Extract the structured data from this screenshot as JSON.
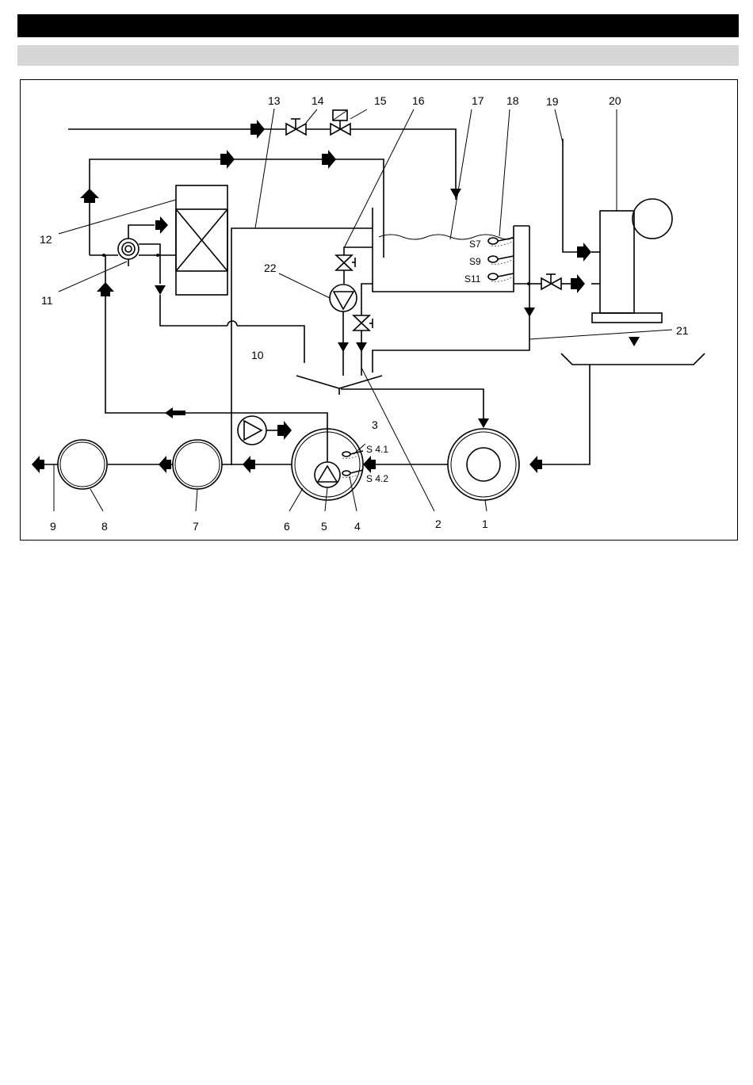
{
  "header": {
    "title": "",
    "subtitle": ""
  },
  "diagram": {
    "labels": {
      "n1": "1",
      "n2": "2",
      "n3": "3",
      "n4": "4",
      "n5": "5",
      "n6": "6",
      "n7": "7",
      "n8": "8",
      "n9": "9",
      "n10": "10",
      "n11": "11",
      "n12": "12",
      "n13": "13",
      "n14": "14",
      "n15": "15",
      "n16": "16",
      "n17": "17",
      "n18": "18",
      "n19": "19",
      "n20": "20",
      "n21": "21",
      "n22": "22"
    },
    "sensors": {
      "s7": "S7",
      "s9": "S9",
      "s11": "S11",
      "s41": "S 4.1",
      "s42": "S 4.2"
    }
  }
}
